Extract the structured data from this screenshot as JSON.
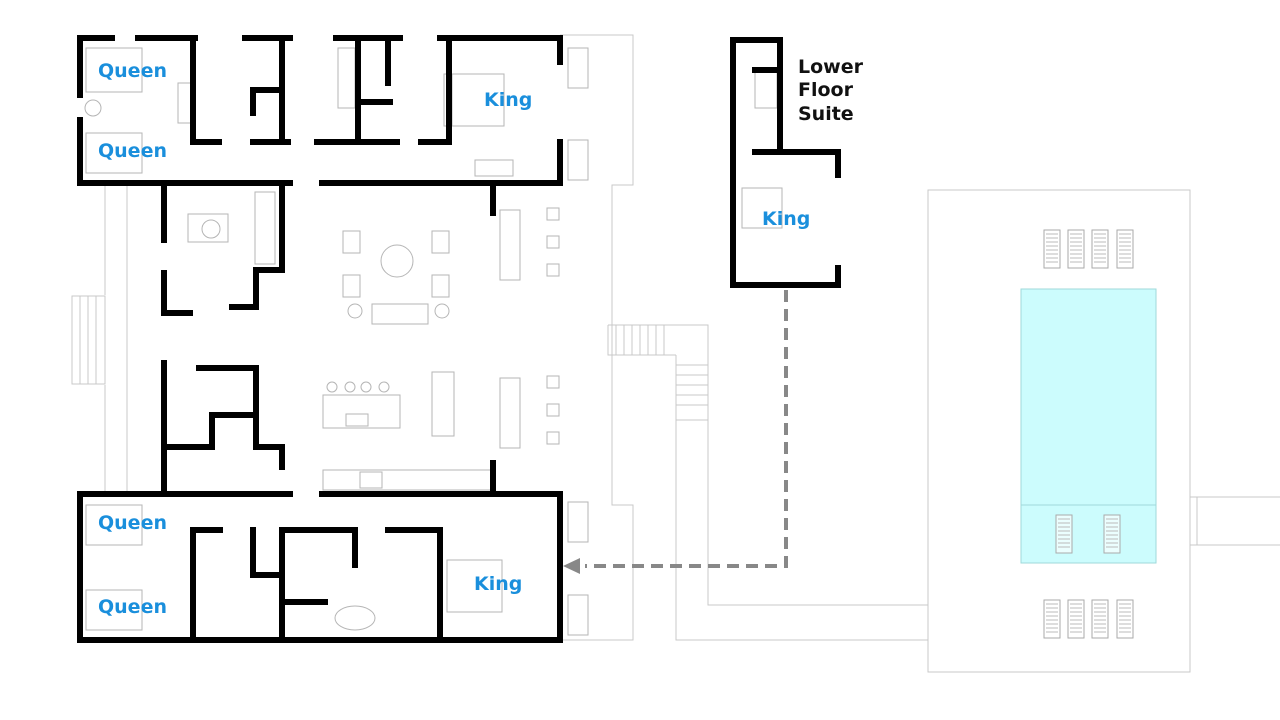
{
  "colors": {
    "room_label": "#1a8fdc",
    "wall": "#000000",
    "pool": "#ccfcfd",
    "path": "#888888"
  },
  "suite_title": [
    "Lower",
    "Floor",
    "Suite"
  ],
  "rooms": {
    "top_left_1": "Queen",
    "top_left_2": "Queen",
    "top_right": "King",
    "bottom_left_1": "Queen",
    "bottom_left_2": "Queen",
    "bottom_right": "King",
    "lower_suite": "King"
  }
}
